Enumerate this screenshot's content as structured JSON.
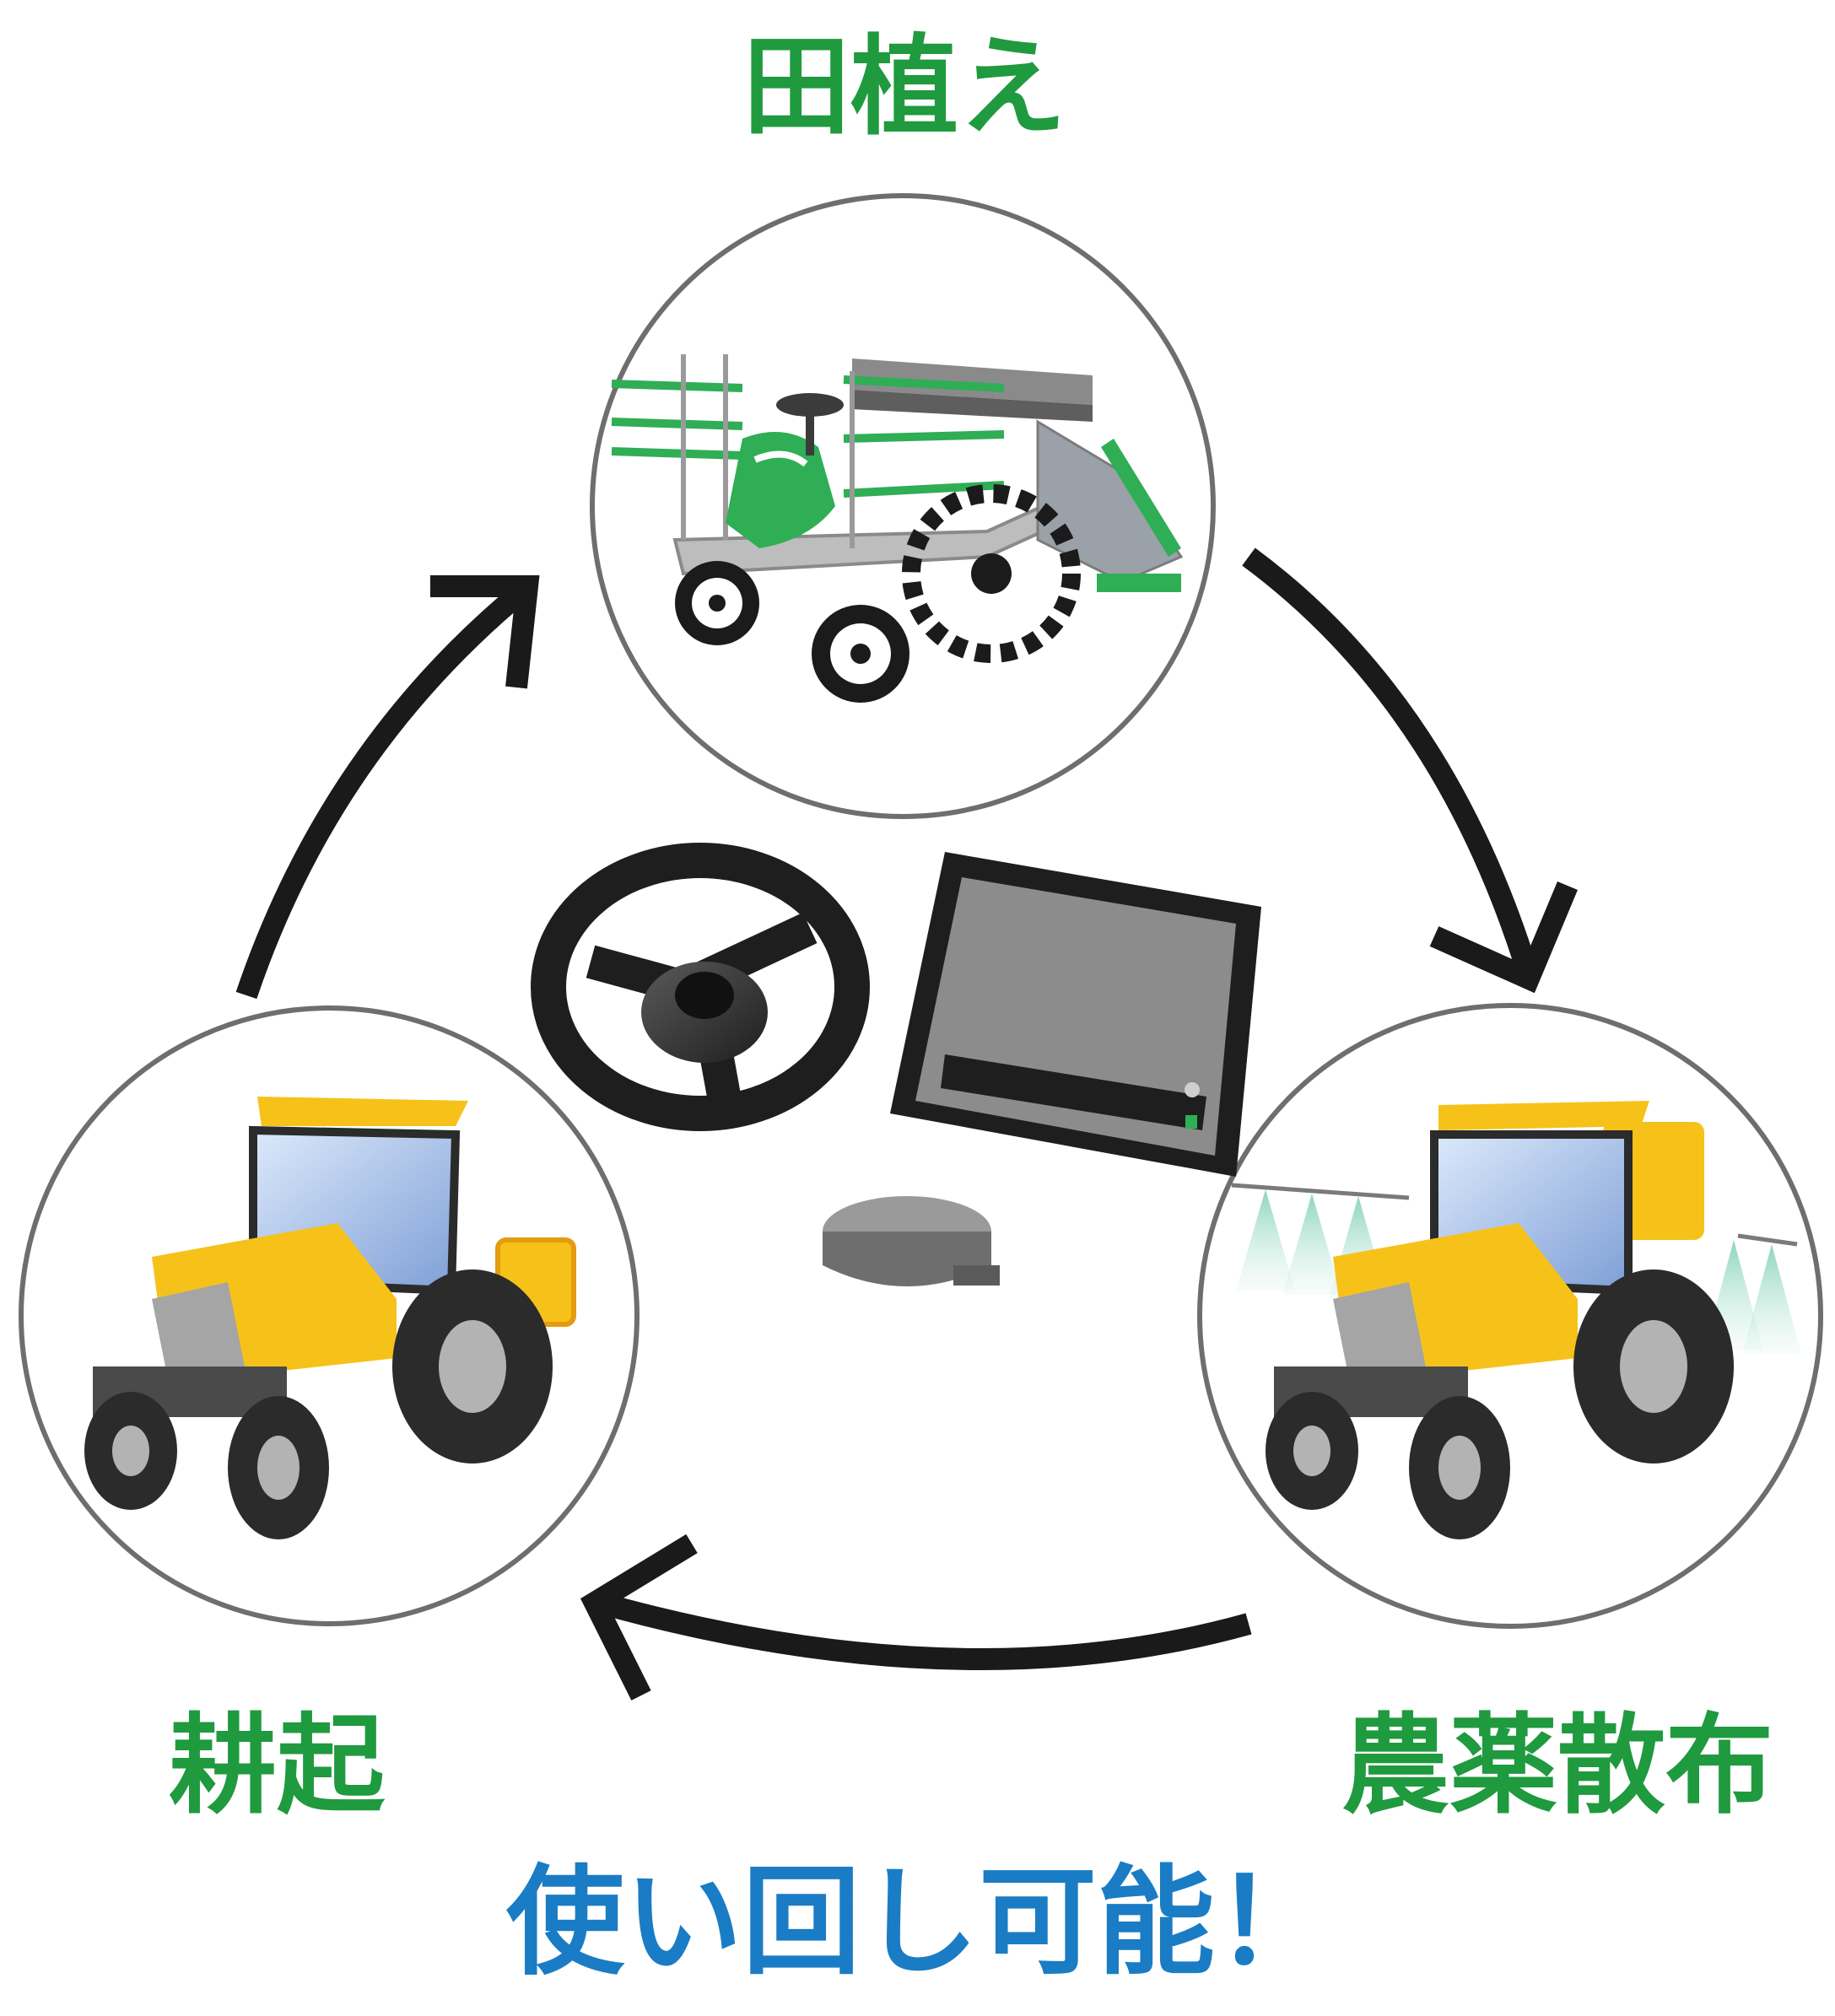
{
  "colors": {
    "label_green": "#1f9a3e",
    "caption_blue": "#1a7cc4",
    "arrow": "#1a1a1a",
    "circle_stroke": "#6e6e6e",
    "tractor_yellow": "#f6c21a",
    "planter_green": "#2fae55"
  },
  "labels": {
    "rice_planting": "田植え",
    "spraying": "農薬散布",
    "tilling": "耕起"
  },
  "caption": "使い回し可能！",
  "icons": {
    "top": "rice-transplanter-icon",
    "left": "tractor-rotary-tiller-icon",
    "right": "tractor-sprayer-icon",
    "center": [
      "steering-wheel-icon",
      "display-monitor-icon",
      "gnss-antenna-icon"
    ]
  }
}
